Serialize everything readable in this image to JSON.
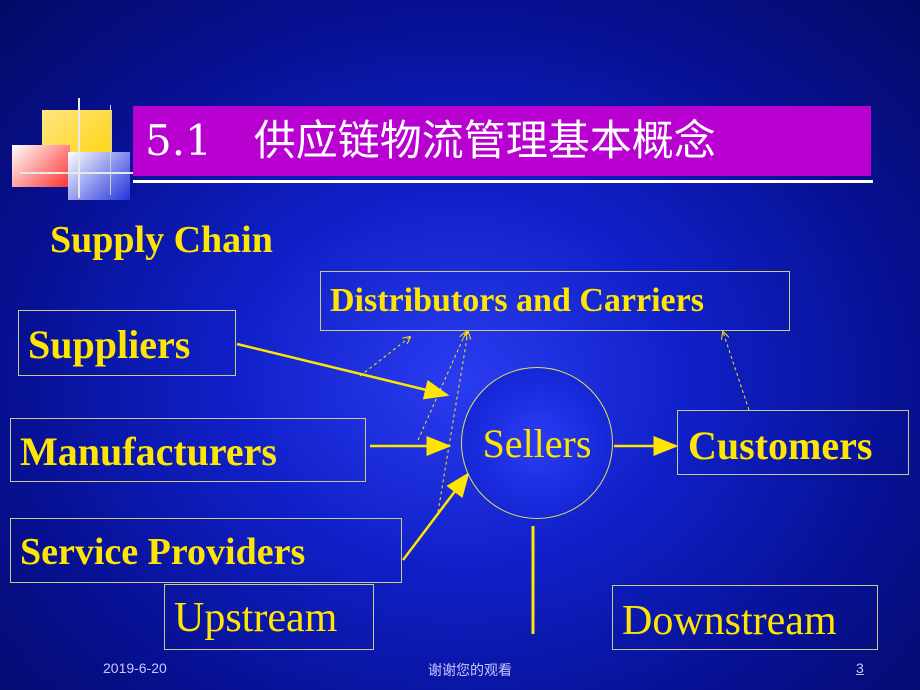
{
  "title": "5.1　供应链物流管理基本概念",
  "subtitle": "Supply Chain",
  "nodes": {
    "distributors": "Distributors and Carriers",
    "suppliers": "Suppliers",
    "manufacturers": "Manufacturers",
    "service_providers": "Service Providers",
    "sellers": "Sellers",
    "customers": "Customers",
    "upstream": "Upstream",
    "downstream": "Downstream"
  },
  "footer": {
    "date": "2019-6-20",
    "center": "谢谢您的观看",
    "page": "3"
  },
  "colors": {
    "text": "#ffe600",
    "title_bar": "#b800d0",
    "background": "#1020c8"
  }
}
